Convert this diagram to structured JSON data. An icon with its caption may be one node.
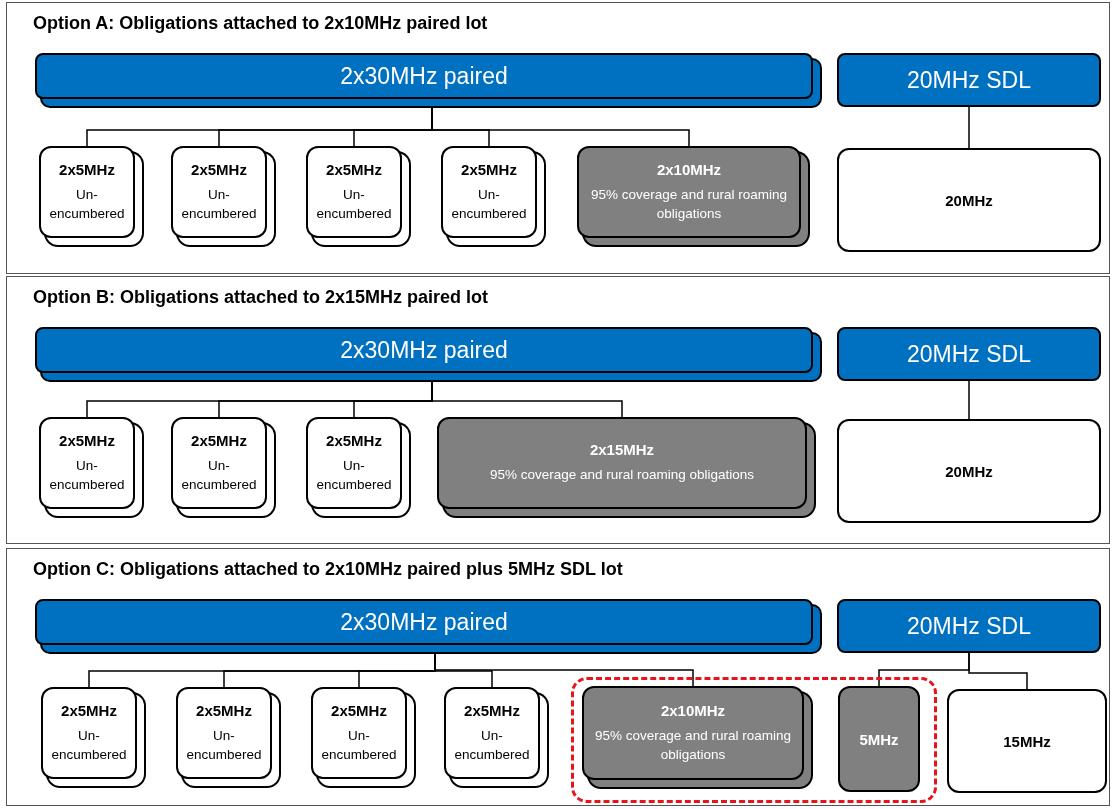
{
  "diagram": {
    "nodes": [
      {
        "text": [
          "Option A: Obligations attached to 2x10MHz paired lot"
        ]
      },
      {
        "text": [
          "2x30MHz paired"
        ],
        "in": 0
      },
      {
        "text": [
          "20MHz SDL"
        ],
        "in": 0
      },
      {
        "text": [
          "2x5MHz",
          "Un- encumbered"
        ],
        "in": 0
      },
      {
        "text": [
          "2x5MHz",
          "Un- encumbered"
        ],
        "in": 0
      },
      {
        "text": [
          "2x5MHz",
          "Un- encumbered"
        ],
        "in": 0
      },
      {
        "text": [
          "2x5MHz",
          "Un- encumbered"
        ],
        "in": 0
      },
      {
        "text": [
          "2x10MHz",
          "95% coverage and rural roaming obligations"
        ],
        "in": 0
      },
      {
        "text": [
          "20MHz"
        ],
        "in": 0
      },
      {
        "text": [
          "Option B: Obligations attached to 2x15MHz paired lot"
        ]
      },
      {
        "text": [
          "2x30MHz paired"
        ],
        "in": 9
      },
      {
        "text": [
          "20MHz SDL"
        ],
        "in": 9
      },
      {
        "text": [
          "2x5MHz",
          "Un- encumbered"
        ],
        "in": 9
      },
      {
        "text": [
          "2x5MHz",
          "Un- encumbered"
        ],
        "in": 9
      },
      {
        "text": [
          "2x5MHz",
          "Un- encumbered"
        ],
        "in": 9
      },
      {
        "text": [
          "2x15MHz",
          "95% coverage and rural roaming obligations"
        ],
        "in": 9
      },
      {
        "text": [
          "20MHz"
        ],
        "in": 9
      },
      {
        "text": [
          "Option C: Obligations attached to 2x10MHz paired plus 5MHz SDL lot"
        ]
      },
      {
        "text": [
          "2x30MHz paired"
        ],
        "in": 17
      },
      {
        "text": [
          "20MHz SDL"
        ],
        "in": 17
      },
      {
        "text": [
          "2x5MHz",
          "Un- encumbered"
        ],
        "in": 17
      },
      {
        "text": [
          "2x5MHz",
          "Un- encumbered"
        ],
        "in": 17
      },
      {
        "text": [
          "2x5MHz",
          "Un- encumbered"
        ],
        "in": 17
      },
      {
        "text": [
          "2x5MHz",
          "Un- encumbered"
        ],
        "in": 17
      },
      {
        "text": [],
        "shape": "box",
        "in": 17
      },
      {
        "text": [
          "2x10MHz",
          "95% coverage and rural roaming obligations"
        ],
        "in": 24
      },
      {
        "text": [
          "5MHz"
        ],
        "in": 24
      },
      {
        "text": [
          "15MHz"
        ],
        "in": 17
      }
    ],
    "edges": [
      {
        "from": 1,
        "to": 3,
        "arrow": "none"
      },
      {
        "from": 1,
        "to": 4,
        "arrow": "none"
      },
      {
        "from": 1,
        "to": 5,
        "arrow": "none"
      },
      {
        "from": 1,
        "to": 6,
        "arrow": "none"
      },
      {
        "from": 1,
        "to": 7,
        "arrow": "none"
      },
      {
        "from": 2,
        "to": 8,
        "arrow": "none"
      },
      {
        "from": 10,
        "to": 12,
        "arrow": "none"
      },
      {
        "from": 10,
        "to": 13,
        "arrow": "none"
      },
      {
        "from": 10,
        "to": 14,
        "arrow": "none"
      },
      {
        "from": 10,
        "to": 15,
        "arrow": "none"
      },
      {
        "from": 11,
        "to": 16,
        "arrow": "none"
      },
      {
        "from": 18,
        "to": 20,
        "arrow": "none"
      },
      {
        "from": 18,
        "to": 21,
        "arrow": "none"
      },
      {
        "from": 18,
        "to": 22,
        "arrow": "none"
      },
      {
        "from": 18,
        "to": 23,
        "arrow": "none"
      },
      {
        "from": 18,
        "to": 25,
        "arrow": "none"
      },
      {
        "from": 19,
        "to": 26,
        "arrow": "none"
      },
      {
        "from": 19,
        "to": 27,
        "arrow": "none"
      }
    ]
  }
}
